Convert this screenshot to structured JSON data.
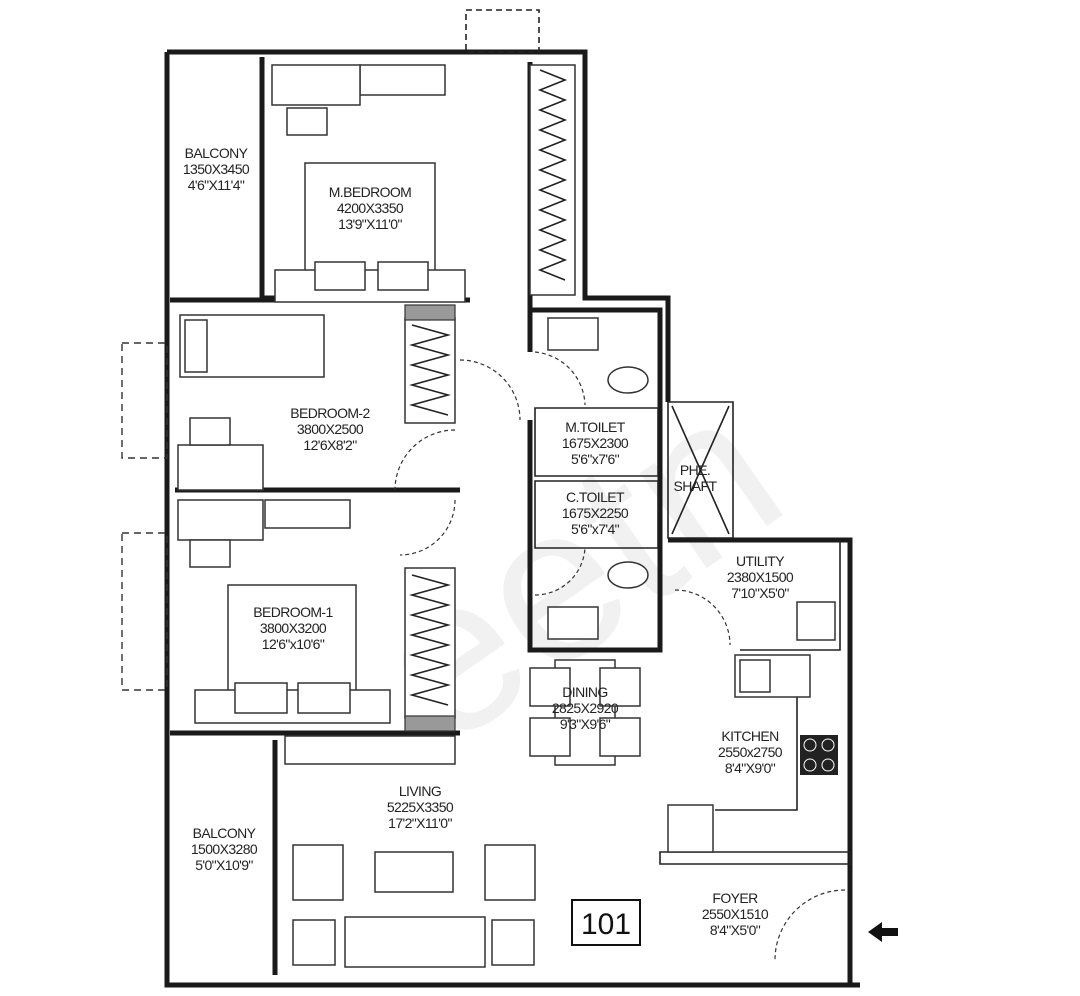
{
  "plan": {
    "unit_number": "101",
    "watermark": "eetn",
    "entry_arrow_icon": "arrow-left-icon",
    "rooms": {
      "balcony_top": {
        "name": "BALCONY",
        "metric": "1350X3450",
        "imperial": "4'6\"X11'4\""
      },
      "master_bedroom": {
        "name": "M.BEDROOM",
        "metric": "4200X3350",
        "imperial": "13'9\"X11'0\""
      },
      "bedroom2": {
        "name": "BEDROOM-2",
        "metric": "3800X2500",
        "imperial": "12'6X8'2\""
      },
      "bedroom1": {
        "name": "BEDROOM-1",
        "metric": "3800X3200",
        "imperial": "12'6\"x10'6\""
      },
      "m_toilet": {
        "name": "M.TOILET",
        "metric": "1675X2300",
        "imperial": "5'6\"x7'6\""
      },
      "c_toilet": {
        "name": "C.TOILET",
        "metric": "1675X2250",
        "imperial": "5'6\"x7'4\""
      },
      "phe_shaft": {
        "name1": "PHE.",
        "name2": "SHAFT"
      },
      "utility": {
        "name": "UTILITY",
        "metric": "2380X1500",
        "imperial": "7'10\"X5'0\""
      },
      "dining": {
        "name": "DINING",
        "metric": "2825X2920",
        "imperial": "9'3\"X9'6\""
      },
      "kitchen": {
        "name": "KITCHEN",
        "metric": "2550x2750",
        "imperial": "8'4\"X9'0\""
      },
      "living": {
        "name": "LIVING",
        "metric": "5225X3350",
        "imperial": "17'2\"X11'0\""
      },
      "balcony_bottom": {
        "name": "BALCONY",
        "metric": "1500X3280",
        "imperial": "5'0\"X10'9\""
      },
      "foyer": {
        "name": "FOYER",
        "metric": "2550X1510",
        "imperial": "8'4\"X5'0\""
      }
    }
  }
}
